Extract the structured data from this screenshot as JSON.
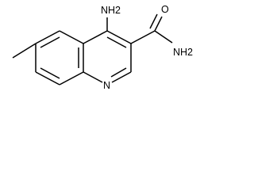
{
  "structure": {
    "atoms": {
      "amino_group": "NH2",
      "carbonyl_oxygen": "O",
      "amide_nitrogen": "NH2",
      "ring_nitrogen": "N"
    }
  }
}
